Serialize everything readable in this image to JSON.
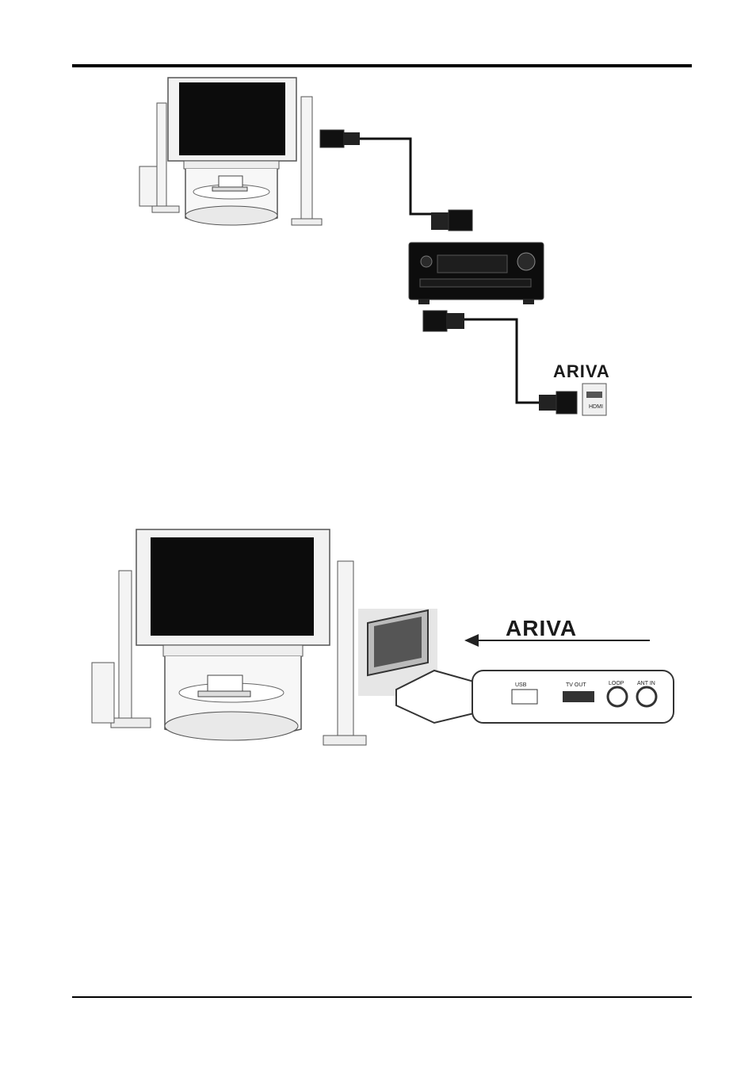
{
  "figure1": {
    "brand_logo": "ARIVA",
    "receiver_port_label": "HDMI",
    "icons": [
      "tv-icon",
      "speaker-icon",
      "hdmi-plug-icon",
      "av-receiver-icon",
      "hdmi-port-icon"
    ]
  },
  "figure2": {
    "brand_logo": "ARIVA",
    "rear_panel_labels": [
      "USB",
      "TV OUT",
      "LOOP",
      "ANT IN"
    ],
    "icons": [
      "tv-icon",
      "speaker-icon",
      "scart-socket-icon",
      "scart-plug-icon",
      "arrow-left-icon",
      "set-top-box-rear-icon"
    ]
  }
}
